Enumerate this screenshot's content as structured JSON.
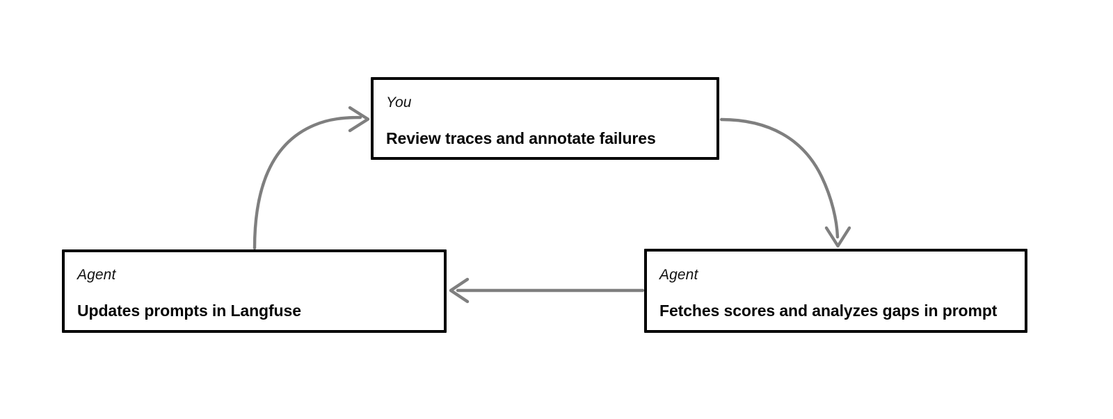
{
  "diagram": {
    "type": "cycle-flow",
    "background_color": "#ffffff",
    "box_border_color": "#000000",
    "arrow_color": "#7f7f7f",
    "nodes": [
      {
        "id": "review-traces",
        "role": "You",
        "title": "Review traces and annotate failures",
        "position": "top-center"
      },
      {
        "id": "updates-prompts",
        "role": "Agent",
        "title": "Updates prompts in Langfuse",
        "position": "bottom-left"
      },
      {
        "id": "fetches-scores",
        "role": "Agent",
        "title": "Fetches scores and analyzes gaps in prompt",
        "position": "bottom-right"
      }
    ],
    "edges": [
      {
        "id": "edge-left-to-top",
        "from": "updates-prompts",
        "to": "review-traces",
        "style": "curved",
        "arrowhead": "open-chevron"
      },
      {
        "id": "edge-top-to-right",
        "from": "review-traces",
        "to": "fetches-scores",
        "style": "curved",
        "arrowhead": "open-chevron"
      },
      {
        "id": "edge-right-to-left",
        "from": "fetches-scores",
        "to": "updates-prompts",
        "style": "straight",
        "arrowhead": "open-chevron"
      }
    ]
  }
}
